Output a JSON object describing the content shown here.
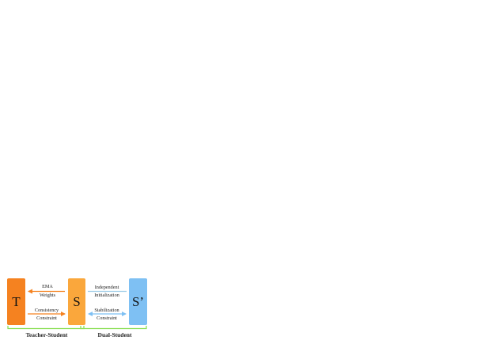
{
  "nodes": {
    "teacher": {
      "label": "T",
      "color": "#f58220"
    },
    "student": {
      "label": "S",
      "color": "#faa73c"
    },
    "second_student": {
      "label": "S’",
      "color": "#7ec0f3"
    }
  },
  "edges": {
    "ema": {
      "line1": "EMA",
      "line2": "Weights",
      "color": "#f58220"
    },
    "consistency": {
      "line1": "Consistency",
      "line2": "Constraint",
      "color": "#f58220"
    },
    "independent": {
      "line1": "Independent",
      "line2": "Initialization",
      "color": "#9fcde8"
    },
    "stabilization": {
      "line1": "Stabilization",
      "line2": "Constraint",
      "color": "#7ec0f3"
    }
  },
  "groups": {
    "teacher_student": {
      "label": "Teacher-Student",
      "color": "#8ee05a"
    },
    "dual_student": {
      "label": "Dual-Student",
      "color": "#8ee05a"
    }
  }
}
